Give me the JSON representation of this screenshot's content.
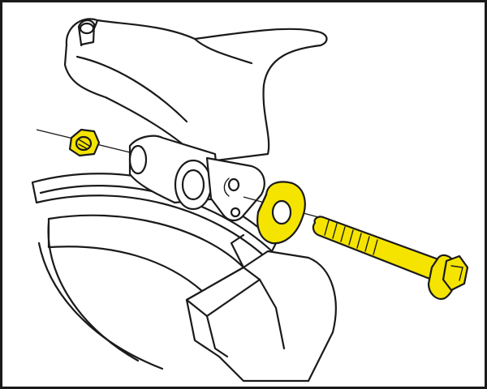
{
  "colors": {
    "outline": "#1a1a1a",
    "background": "#ffffff",
    "hardware_highlight": "#f5e400"
  },
  "parts": [
    {
      "name": "control-arm",
      "highlighted": false
    },
    {
      "name": "bushing-housing",
      "highlighted": false
    },
    {
      "name": "mounting-bracket",
      "highlighted": false
    },
    {
      "name": "wheel-tire",
      "highlighted": false
    },
    {
      "name": "hex-nut",
      "highlighted": true
    },
    {
      "name": "cam-washer",
      "highlighted": true
    },
    {
      "name": "cam-bolt",
      "highlighted": true
    }
  ]
}
